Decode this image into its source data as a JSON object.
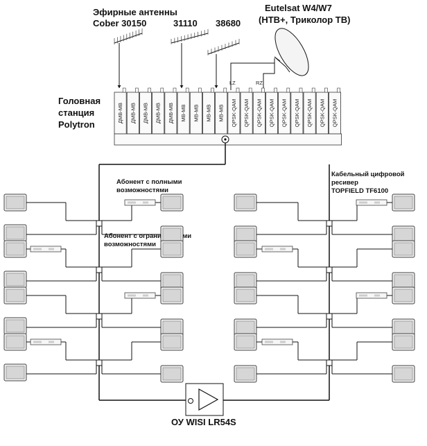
{
  "labels": {
    "antennas_title": "Эфирные антенны",
    "antenna_1": "Cober 30150",
    "antenna_2": "31110",
    "antenna_3": "38680",
    "satellite_line1": "Eutelsat W4/W7",
    "satellite_line2": "(НТВ+, Триколор ТВ)",
    "lnb_left": "LZ",
    "lnb_right": "RZ",
    "headend_line1": "Головная",
    "headend_line2": "станция",
    "headend_line3": "Polytron",
    "full_subscriber_line1": "Абонент с полными",
    "full_subscriber_line2": "возможностями",
    "limited_subscriber_line1": "Абонент с ограниченными",
    "limited_subscriber_line2": "возможностями",
    "receiver_line1": "Кабельный цифровой",
    "receiver_line2": "ресивер",
    "receiver_line3": "TOPFIELD TF6100",
    "amplifier": "ОУ WISI LR54S"
  },
  "modules": [
    "ДМВ-МВ",
    "ДМВ-МВ",
    "ДМВ-МВ",
    "ДМВ-МВ",
    "ДМВ-МВ",
    "МВ-МВ",
    "МВ-МВ",
    "МВ-МВ",
    "МВ-МВ",
    "QPSK-QAM",
    "QPSK-QAM",
    "QPSK-QAM",
    "QPSK-QAM",
    "QPSK-QAM",
    "QPSK-QAM",
    "QPSK-QAM",
    "QPSK-QAM",
    "QPSK-QAM"
  ],
  "colors": {
    "line": "#111111",
    "box": "#333333",
    "fill": "#f2f2f2"
  }
}
